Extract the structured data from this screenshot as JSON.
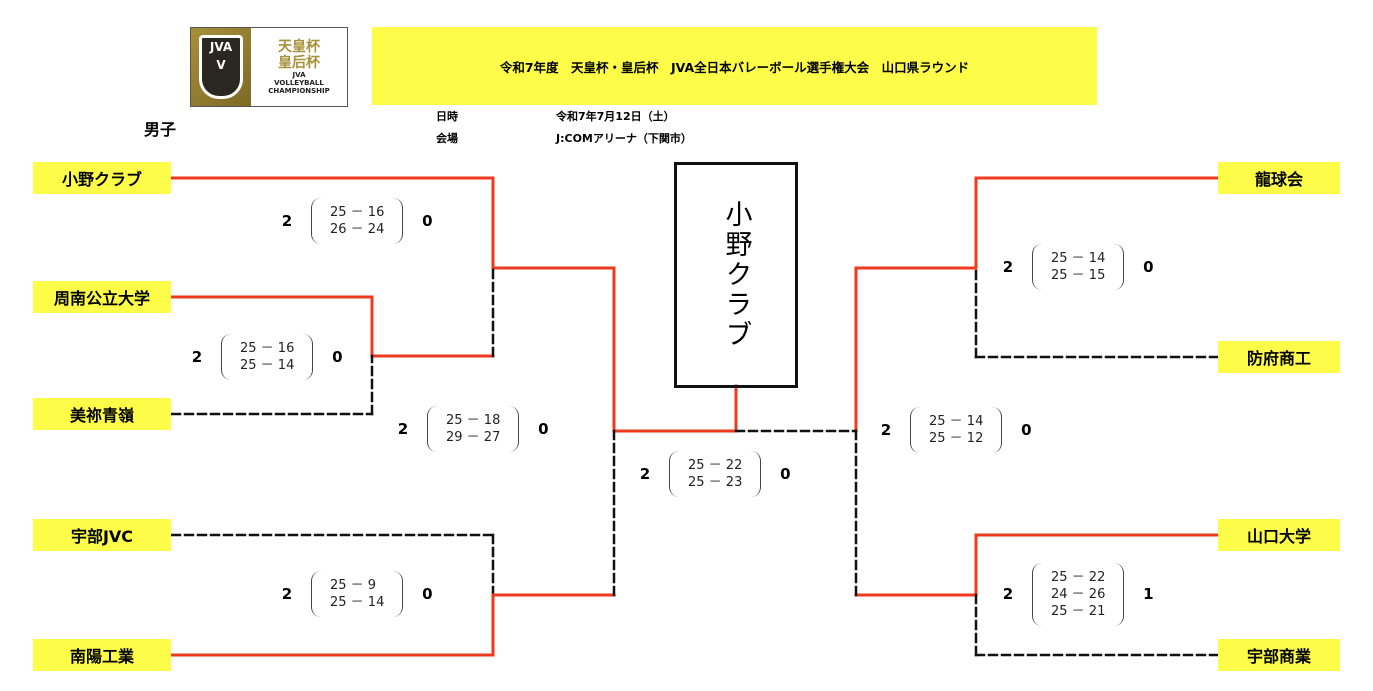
{
  "logo": {
    "mark": "JVA",
    "cup_line1": "天皇杯",
    "cup_line2": "皇后杯",
    "sub1": "JVA",
    "sub2": "VOLLEYBALL",
    "sub3": "CHAMPIONSHIP"
  },
  "header": {
    "title": "令和7年度　天皇杯・皇后杯　JVA全日本バレーボール選手権大会　山口県ラウンド"
  },
  "info": {
    "date_label": "日時",
    "date_value": "令和7年7月12日（土）",
    "venue_label": "会場",
    "venue_value": "J:COMアリーナ（下関市）"
  },
  "gender": "男子",
  "champion": "小野クラブ",
  "teams_left": [
    "小野クラブ",
    "周南公立大学",
    "美祢青嶺",
    "宇部JVC",
    "南陽工業"
  ],
  "teams_right": [
    "龍球会",
    "防府商工",
    "山口大学",
    "宇部商業"
  ],
  "matches": [
    {
      "w": "2",
      "l": "0",
      "sets": [
        "25 － 16",
        "26 － 24"
      ]
    },
    {
      "w": "2",
      "l": "0",
      "sets": [
        "25 － 16",
        "25 － 14"
      ]
    },
    {
      "w": "2",
      "l": "0",
      "sets": [
        "25 － 18",
        "29 － 27"
      ]
    },
    {
      "w": "2",
      "l": "0",
      "sets": [
        "25 － 22",
        "25 － 23"
      ]
    },
    {
      "w": "2",
      "l": "0",
      "sets": [
        "25 － 9",
        "25 － 14"
      ]
    },
    {
      "w": "2",
      "l": "0",
      "sets": [
        "25 － 14",
        "25 － 15"
      ]
    },
    {
      "w": "2",
      "l": "0",
      "sets": [
        "25 － 14",
        "25 － 12"
      ]
    },
    {
      "w": "2",
      "l": "1",
      "sets": [
        "25 － 22",
        "24 － 26",
        "25 － 21"
      ]
    }
  ],
  "colors": {
    "win": "#ee3a1e",
    "lose": "#111111",
    "yellow": "#fdfd49"
  }
}
